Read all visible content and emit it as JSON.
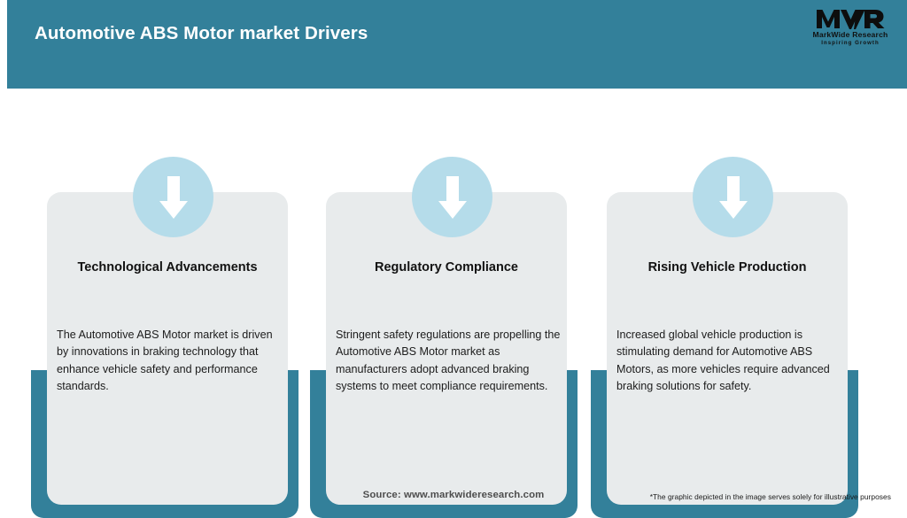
{
  "header": {
    "title": "Automotive ABS Motor market Drivers",
    "background_color": "#33809a",
    "title_color": "#ffffff"
  },
  "logo": {
    "mark": "MWR",
    "name": "MarkWide Research",
    "tagline": "Inspiring Growth"
  },
  "theme": {
    "accent": "#33809a",
    "card_background": "#e8ebec",
    "badge_color": "#b5dcea",
    "arrow_color": "#ffffff",
    "page_background": "#ffffff"
  },
  "cards": [
    {
      "icon": "arrow-down-icon",
      "title": "Technological Advancements",
      "body": "The Automotive ABS Motor market is driven by innovations in braking technology that enhance vehicle safety and performance standards."
    },
    {
      "icon": "arrow-down-icon",
      "title": "Regulatory Compliance",
      "body": "Stringent safety regulations are propelling the Automotive ABS Motor market as manufacturers adopt advanced braking systems to meet compliance requirements."
    },
    {
      "icon": "arrow-down-icon",
      "title": "Rising Vehicle Production",
      "body": "Increased global vehicle production is stimulating demand for Automotive ABS Motors, as more vehicles require advanced braking solutions for safety."
    }
  ],
  "footer": {
    "source": "Source: www.markwideresearch.com",
    "disclaimer": "*The graphic depicted in the image serves solely for illustrative purposes"
  }
}
